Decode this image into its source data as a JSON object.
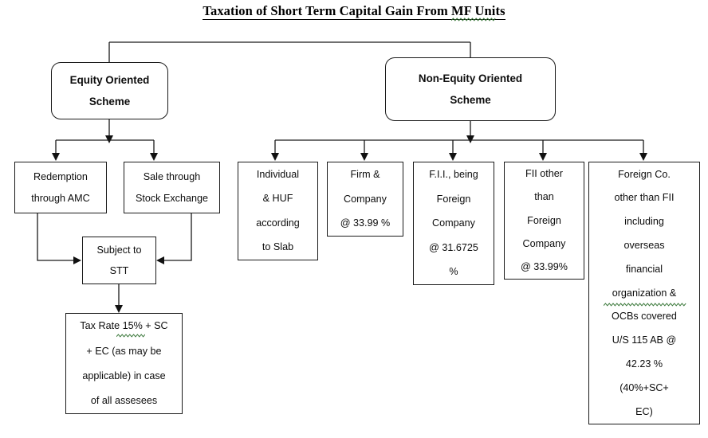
{
  "title": {
    "text": "Taxation of Short Term Capital Gain From MF Units",
    "spellcheck_squiggle_on": "MF Units"
  },
  "nodes": {
    "equity_scheme": {
      "lines": [
        "Equity Oriented",
        "Scheme"
      ]
    },
    "non_equity_scheme": {
      "lines": [
        "Non-Equity Oriented",
        "Scheme"
      ]
    },
    "redemption_amc": {
      "lines": [
        "Redemption",
        "through AMC"
      ]
    },
    "sale_stock_exchange": {
      "lines": [
        "Sale through",
        "Stock Exchange"
      ]
    },
    "subject_to_stt": {
      "lines": [
        "Subject to",
        "STT"
      ]
    },
    "tax_rate": {
      "lines": [
        "Tax Rate 15%  + SC",
        "+ EC (as may be",
        "applicable) in case",
        "of  all assesees"
      ],
      "spellcheck_squiggle_on": "SC"
    },
    "individual_huf": {
      "lines": [
        "Individual",
        "& HUF",
        "according",
        "to Slab"
      ]
    },
    "firm_company": {
      "lines": [
        "Firm &",
        "Company",
        "@ 33.99 %"
      ]
    },
    "fii_foreign_company": {
      "lines": [
        "F.I.I., being",
        "Foreign",
        "Company",
        "@ 31.6725",
        "%"
      ]
    },
    "fii_other_than_foreign": {
      "lines": [
        "FII other",
        "than",
        "Foreign",
        "Company",
        "@ 33.99%"
      ]
    },
    "foreign_co_other_than_fii": {
      "lines": [
        "Foreign Co.",
        "other than FII",
        "including",
        "overseas",
        "financial",
        "organization  &",
        "OCBs covered",
        "U/S 115 AB @",
        "42.23 %",
        "(40%+SC+",
        "EC)"
      ],
      "spellcheck_squiggle_on": "organization & OCBs"
    }
  },
  "colors": {
    "line": "#1a1a1a",
    "text": "#0d0d0d",
    "spellcheck_squiggle": "#3d7a3d",
    "background": "#ffffff"
  }
}
